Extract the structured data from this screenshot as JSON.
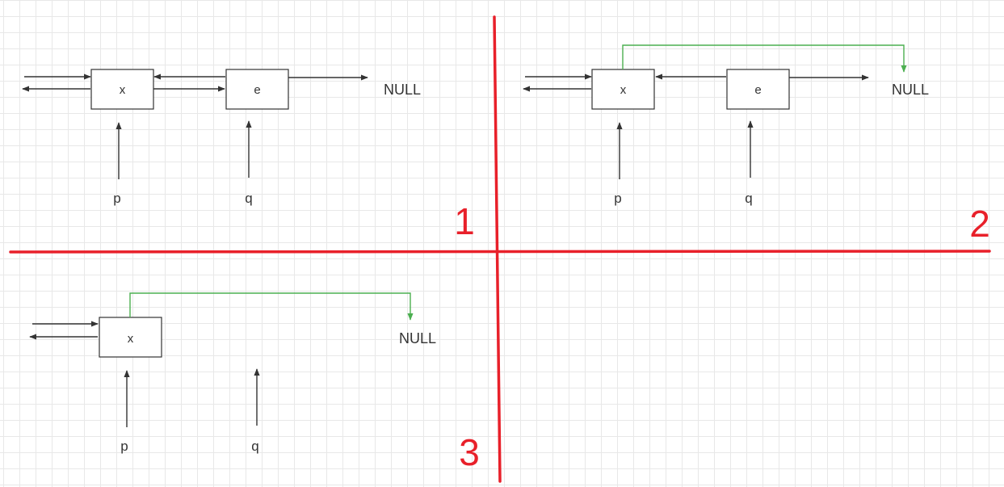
{
  "colors": {
    "divider": "#e8202a",
    "link": "#333333",
    "new_link": "#4caf50",
    "grid": "#e8e8e8"
  },
  "panel1": {
    "number": "1",
    "node_x": "x",
    "node_e": "e",
    "ptr_p": "p",
    "ptr_q": "q",
    "null_text": "NULL"
  },
  "panel2": {
    "number": "2",
    "node_x": "x",
    "node_e": "e",
    "ptr_p": "p",
    "ptr_q": "q",
    "null_text": "NULL"
  },
  "panel3": {
    "number": "3",
    "node_x": "x",
    "ptr_p": "p",
    "ptr_q": "q",
    "null_text": "NULL"
  }
}
